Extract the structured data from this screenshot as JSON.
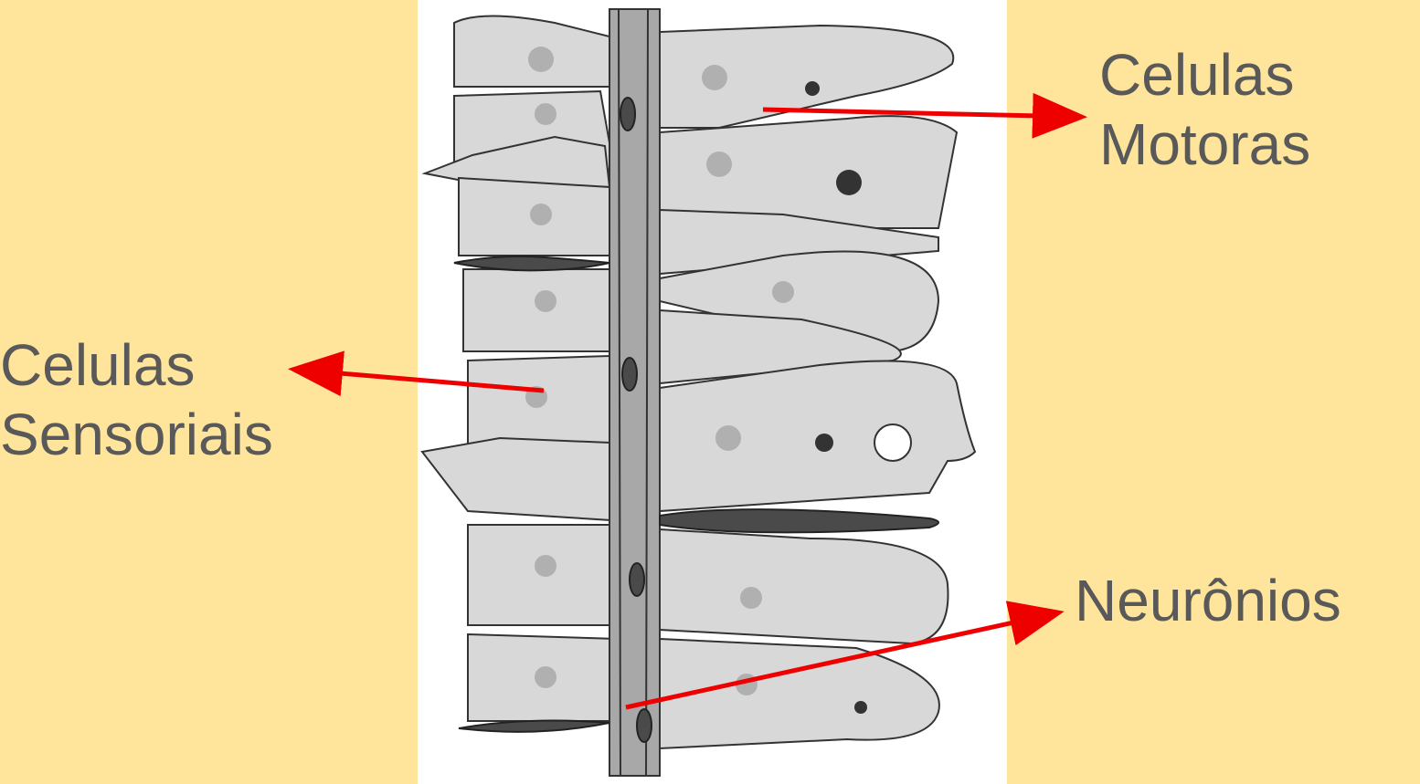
{
  "colors": {
    "background": "#FFE49C",
    "panel": "#FFFFFF",
    "arrow": "#EE0000",
    "label_text": "#595959",
    "cell_fill": "#D8D8D8",
    "cell_stroke": "#333333",
    "neuron_fill": "#4A4A4A"
  },
  "illustration": {
    "icon": "hydra-ectoderm-cells-drawing-icon"
  },
  "labels": {
    "motor": {
      "line1": "Celulas",
      "line2": "Motoras"
    },
    "sensory": {
      "line1": "Celulas",
      "line2": "Sensoriais"
    },
    "neurons": {
      "line1": "Neurônios"
    }
  }
}
